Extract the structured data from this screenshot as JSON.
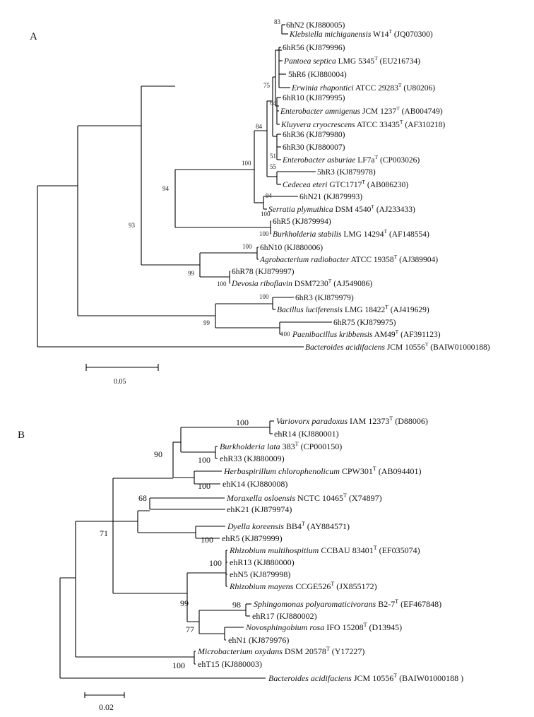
{
  "panels": [
    {
      "label": "A",
      "scale_label": "0.05",
      "leaves": [
        {
          "name": "6hN2",
          "acc": " (KJ880005)"
        },
        {
          "italic": "Klebsiella michiganensis",
          "rest": " W14",
          "sup": "T",
          "acc": " (JQ070300)"
        },
        {
          "name": "6hR56",
          "acc": " (KJ879996)"
        },
        {
          "italic": "Pantoea septica",
          "rest": " LMG 5345",
          "sup": "T",
          "acc": " (EU216734)"
        },
        {
          "name": "5hR6",
          "acc": " (KJ880004)"
        },
        {
          "italic": "Erwinia rhapontici",
          "rest": " ATCC 29283",
          "sup": "T",
          "acc": " (U80206)"
        },
        {
          "name": "6hR10",
          "acc": " (KJ879995)"
        },
        {
          "italic": "Enterobacter amnigenus",
          "rest": " JCM 1237",
          "sup": "T",
          "acc": " (AB004749)"
        },
        {
          "italic": "Kluyvera cryocrescens",
          "rest": " ATCC 33435",
          "sup": "T",
          "acc": " (AF310218)"
        },
        {
          "name": "6hR36",
          "acc": " (KJ879980)"
        },
        {
          "name": "6hR30",
          "acc": " (KJ880007)"
        },
        {
          "italic": "Enterobacter asburiae",
          "rest": " LF7a",
          "sup": "T",
          "acc": " (CP003026)"
        },
        {
          "name": "5hR3",
          "acc": " (KJ879978)"
        },
        {
          "italic": "Cedecea eteri",
          "rest": " GTC1717",
          "sup": "T",
          "acc": " (AB086230)"
        },
        {
          "name": "6hN21",
          "acc": " (KJ879993)"
        },
        {
          "italic": "Serratia plymuthica",
          "rest": " DSM 4540",
          "sup": "T",
          "acc": " (AJ233433)"
        },
        {
          "name": "6hR5",
          "acc": " (KJ879994)"
        },
        {
          "italic": "Burkholderia stabilis",
          "rest": " LMG 14294",
          "sup": "T",
          "acc": " (AF148554)"
        },
        {
          "name": "6hN10",
          "acc": " (KJ880006)"
        },
        {
          "italic": "Agrobacterium radiobacter",
          "rest": " ATCC 19358",
          "sup": "T",
          "acc": " (AJ389904)"
        },
        {
          "name": "6hR78",
          "acc": " (KJ879997)"
        },
        {
          "italic": "Devosia riboflavin",
          "rest": " DSM7230",
          "sup": "T",
          "acc": " (AJ549086)"
        },
        {
          "name": "6hR3",
          "acc": " (KJ879979)"
        },
        {
          "italic": "Bacillus luciferensis",
          "rest": " LMG 18422",
          "sup": "T",
          "acc": " (AJ419629)"
        },
        {
          "name": "6hR75",
          "acc": " (KJ879975)"
        },
        {
          "italic": "Paenibacillus kribbensis",
          "rest": " AM49",
          "sup": "T",
          "acc": " (AF391123)"
        },
        {
          "italic": "Bacteroides acidifaciens",
          "rest": " JCM 10556",
          "sup": "T",
          "acc": " (BAIW01000188)"
        }
      ],
      "bootstraps": [
        "83",
        "75",
        "64",
        "84",
        "51",
        "55",
        "100",
        "94",
        "94",
        "100",
        "93",
        "100",
        "100",
        "99",
        "100",
        "100",
        "99",
        "100"
      ]
    },
    {
      "label": "B",
      "scale_label": "0.02",
      "leaves": [
        {
          "italic": "Variovorx paradoxus",
          "rest": " IAM 12373",
          "sup": "T",
          "acc": " (D88006)"
        },
        {
          "name": "ehR14",
          "acc": " (KJ880001)"
        },
        {
          "italic": "Burkholderia lata",
          "rest": " 383",
          "sup": "T",
          "acc": " (CP000150)"
        },
        {
          "name": "ehR33",
          "acc": " (KJ880009)"
        },
        {
          "italic": "Herbaspirillum chlorophenolicum",
          "rest": " CPW301",
          "sup": "T",
          "acc": " (AB094401)"
        },
        {
          "name": "ehK14",
          "acc": " (KJ880008)"
        },
        {
          "italic": "Moraxella osloensis",
          "rest": " NCTC 10465",
          "sup": "T",
          "acc": " (X74897)"
        },
        {
          "name": "ehK21",
          "acc": " (KJ879974)"
        },
        {
          "italic": "Dyella koreensis",
          "rest": " BB4",
          "sup": "T",
          "acc": " (AY884571)"
        },
        {
          "name": "ehR5",
          "acc": " (KJ879999)"
        },
        {
          "italic": "Rhizobium multihospitium",
          "rest": " CCBAU 83401",
          "sup": "T",
          "acc": " (EF035074)"
        },
        {
          "name": "ehR13",
          "acc": " (KJ880000)"
        },
        {
          "name": "ehN5",
          "acc": " (KJ879998)"
        },
        {
          "italic": "Rhizobium mayens",
          "rest": " CCGE526",
          "sup": "T",
          "acc": " (JX855172)"
        },
        {
          "italic": "Sphingomonas polyaromaticivorans",
          "rest": " B2-7",
          "sup": "T",
          "acc": " (EF467848)"
        },
        {
          "name": "ehR17",
          "acc": " (KJ880002)"
        },
        {
          "italic": "Novosphingobium rosa",
          "rest": " IFO 15208",
          "sup": "T",
          "acc": " (D13945)"
        },
        {
          "name": "ehN1",
          "acc": " (KJ879976)"
        },
        {
          "italic": "Microbacterium oxydans",
          "rest": " DSM 20578",
          "sup": "T",
          "acc": " (Y17227)"
        },
        {
          "name": "ehT15",
          "acc": " (KJ880003)"
        },
        {
          "italic": "Bacteroides acidifaciens",
          "rest": " JCM 10556",
          "sup": "T",
          "acc": " (BAIW01000188 )"
        }
      ],
      "bootstraps": [
        "100",
        "90",
        "100",
        "100",
        "68",
        "100",
        "71",
        "100",
        "98",
        "99",
        "77",
        "100"
      ]
    }
  ]
}
